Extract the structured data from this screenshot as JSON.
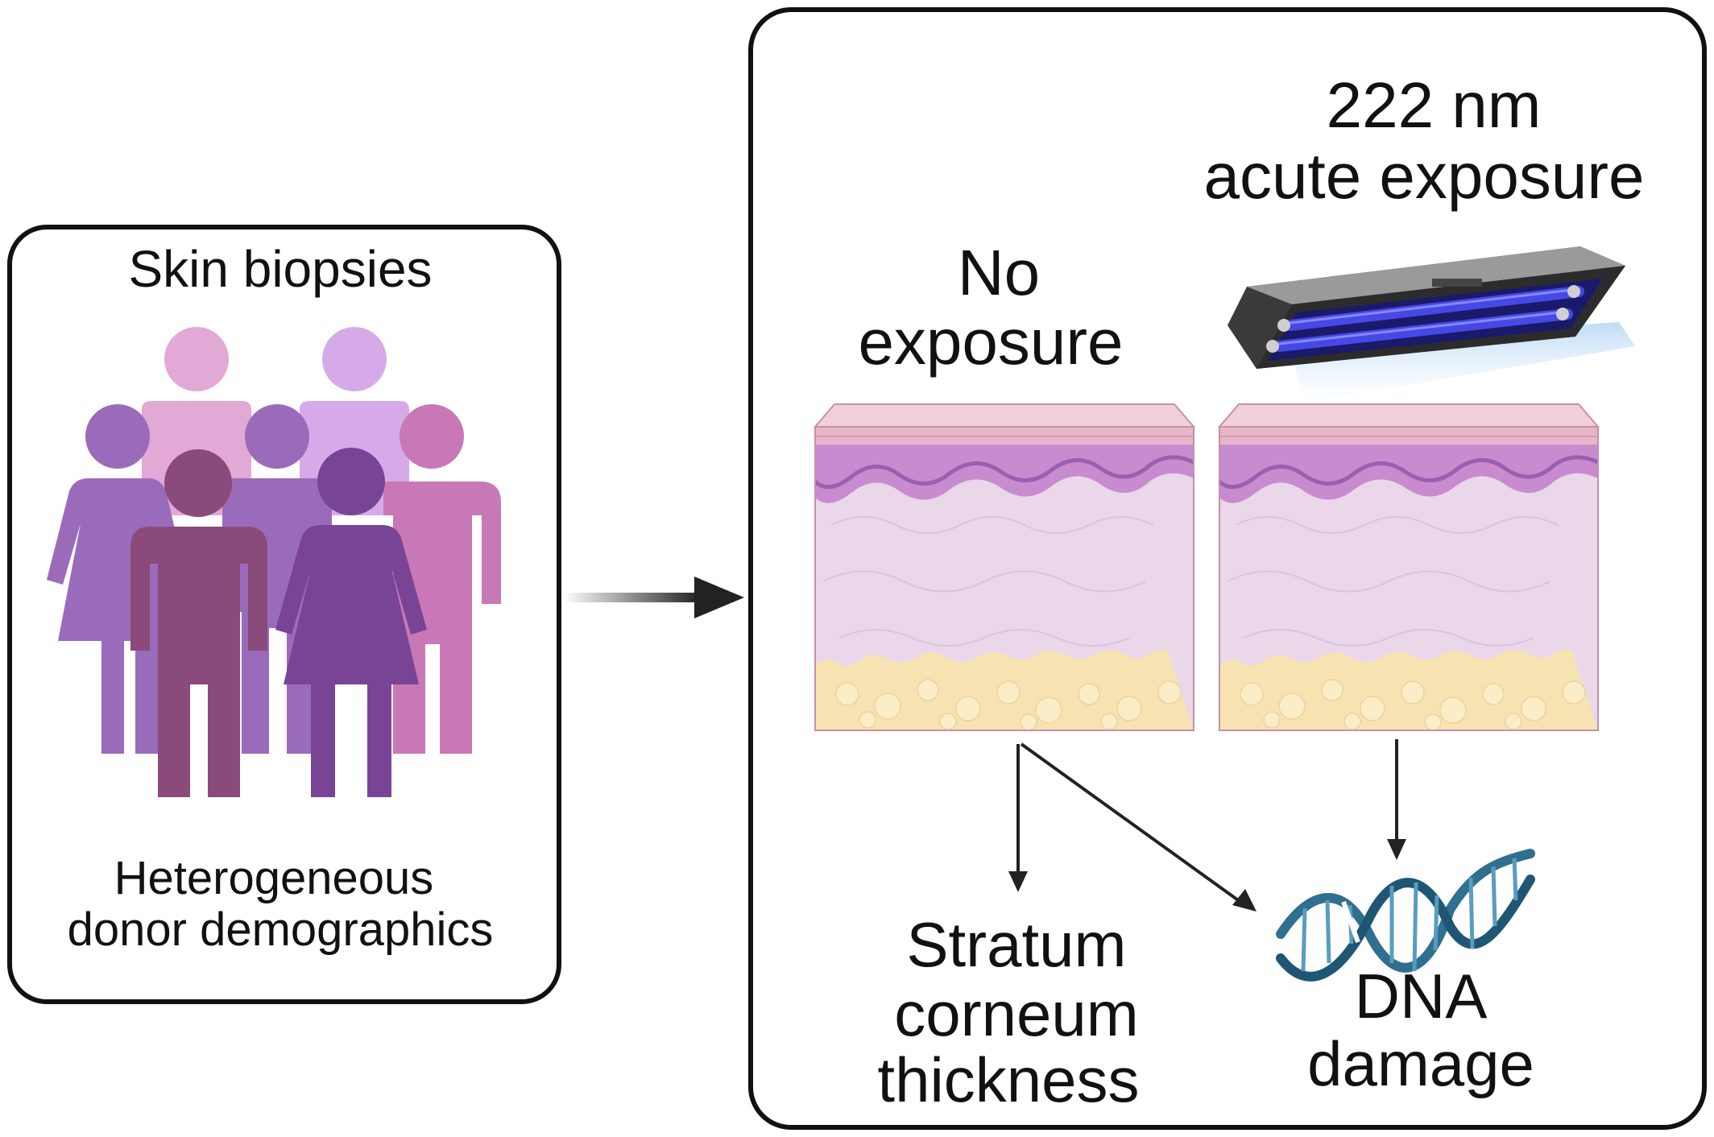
{
  "left_panel": {
    "title": "Skin biopsies",
    "caption_line1": "Heterogeneous",
    "caption_line2": "donor demographics"
  },
  "right_panel": {
    "exposure_line1": "222 nm",
    "exposure_line2": "acute exposure",
    "control_line1": "No",
    "control_line2": "exposure",
    "outcome_sc_line1": "Stratum",
    "outcome_sc_line2": "corneum",
    "outcome_sc_line3": "thickness",
    "outcome_dna_line1": "DNA",
    "outcome_dna_line2": "damage"
  },
  "colors": {
    "person_back_left": "#e2a8d6",
    "person_back_right": "#d6aae8",
    "person_mid_left": "#9b6bbb",
    "person_mid_center": "#9b6bbb",
    "person_mid_right": "#c878b6",
    "person_front_left": "#8a4a7a",
    "person_front_right": "#7a4496",
    "skin_epidermis": "#c98bd0",
    "skin_dermis": "#ead7ea",
    "skin_fat": "#f7e2b2",
    "uv_tube": "#3f3fd8",
    "dna_blue": "#2f6f8f"
  },
  "icons": [
    "people-group-icon",
    "uv-lamp-icon",
    "skin-cross-section-icon",
    "dna-helix-icon",
    "arrow-icon"
  ]
}
